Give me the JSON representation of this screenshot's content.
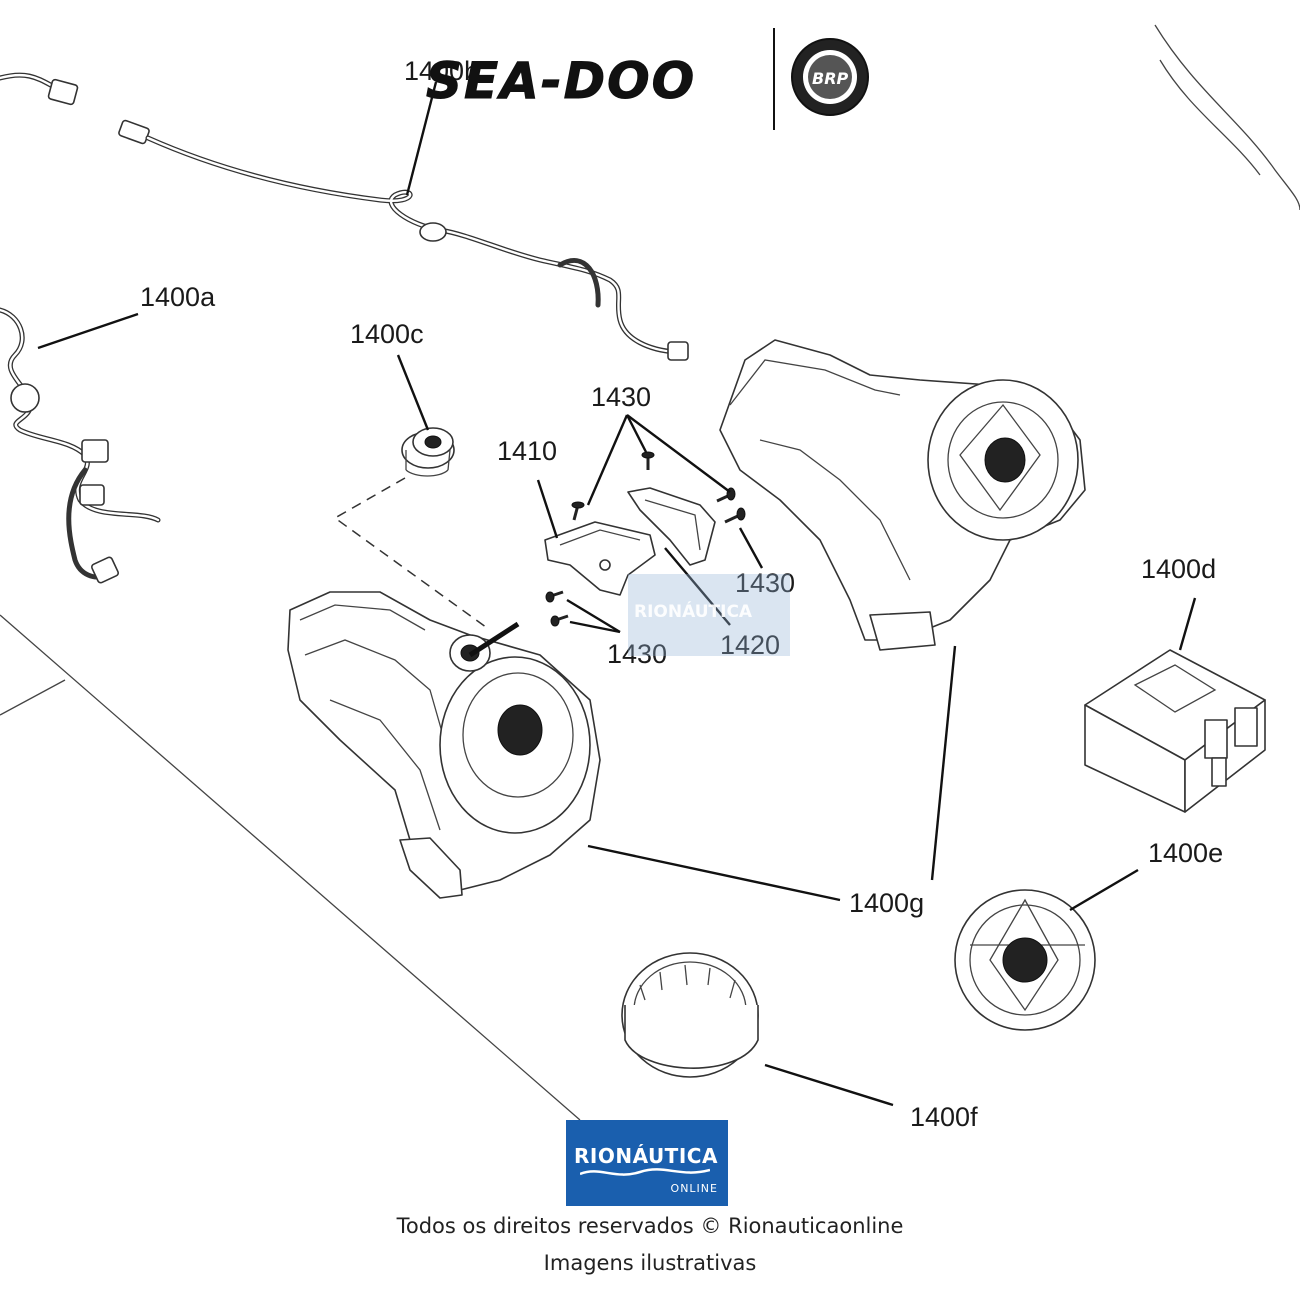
{
  "brand": {
    "name": "SEA-DOO",
    "maker": "BRP"
  },
  "part_labels": {
    "a": "1400a",
    "b": "1400b",
    "c": "1400c",
    "d": "1400d",
    "e": "1400e",
    "f": "1400f",
    "g": "1400g",
    "p1410": "1410",
    "p1420": "1420",
    "p1430_top": "1430",
    "p1430_right": "1430",
    "p1430_bottom": "1430"
  },
  "watermark": {
    "name": "RIONÁUTICA"
  },
  "logo": {
    "name": "RIONÁUTICA",
    "sub": "ONLINE"
  },
  "footer": {
    "rights": "Todos os direitos reservados © Rionauticaonline",
    "illustrative": "Imagens ilustrativas"
  },
  "colors": {
    "logo_blue": "#1a5fae",
    "line": "#111111"
  }
}
